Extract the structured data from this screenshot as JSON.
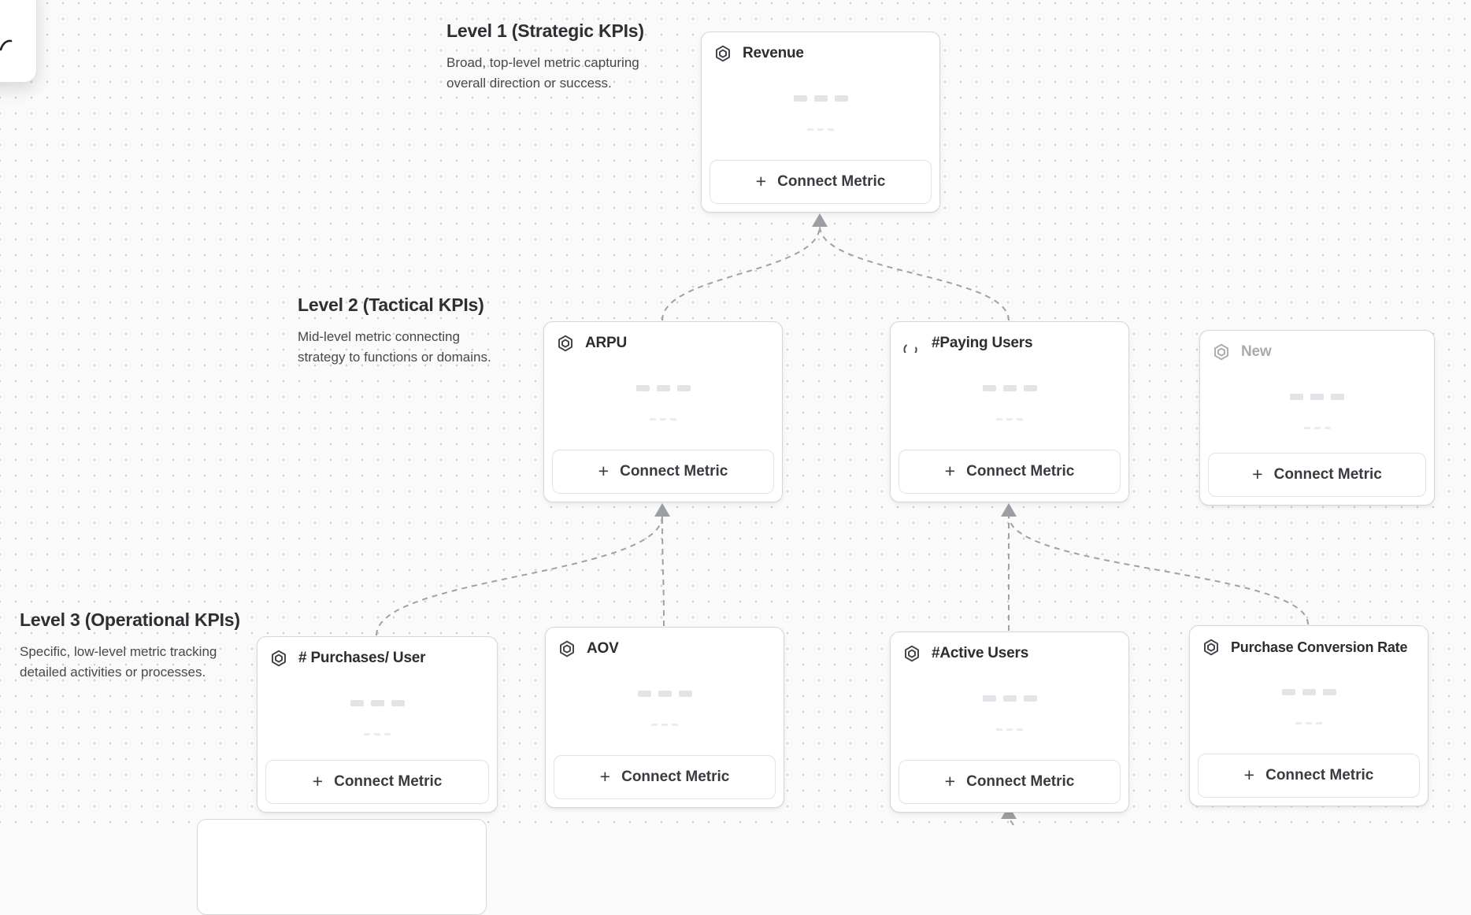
{
  "canvas": {
    "background": "#fafafa",
    "dot_color": "#cdced1"
  },
  "palette": {
    "card_border": "#d6d7da",
    "text_primary": "#2c2c31",
    "text_secondary": "#47474d",
    "muted_text": "#a7aaaf",
    "edge_color": "#9fa1a6",
    "skeleton_bar": "#e4e4e8"
  },
  "sections": {
    "level1": {
      "title": "Level 1 (Strategic KPIs)",
      "description": "Broad, top-level metric capturing\noverall direction or success."
    },
    "level2": {
      "title": "Level 2 (Tactical KPIs)",
      "description": "Mid-level metric connecting\nstrategy to functions or domains."
    },
    "level3": {
      "title": "Level 3 (Operational KPIs)",
      "description": "Specific, low-level metric tracking\ndetailed activities or processes."
    }
  },
  "ui": {
    "connect_metric_label": "Connect Metric",
    "plus_glyph": "+"
  },
  "cards": [
    {
      "id": "revenue",
      "title": "Revenue",
      "icon": "hexagon-icon",
      "level": 1,
      "state": "default"
    },
    {
      "id": "arpu",
      "title": "ARPU",
      "icon": "hexagon-icon",
      "level": 2,
      "state": "default"
    },
    {
      "id": "paying-users",
      "title": "#Paying Users",
      "icon": "spinner-icon",
      "level": 2,
      "state": "loading"
    },
    {
      "id": "new",
      "title": "New",
      "icon": "hexagon-icon",
      "level": 2,
      "state": "draft"
    },
    {
      "id": "purchases-per-user",
      "title": "# Purchases/ User",
      "icon": "hexagon-icon",
      "level": 3,
      "state": "default"
    },
    {
      "id": "aov",
      "title": "AOV",
      "icon": "hexagon-icon",
      "level": 3,
      "state": "default"
    },
    {
      "id": "active-users",
      "title": "#Active Users",
      "icon": "hexagon-icon",
      "level": 3,
      "state": "default"
    },
    {
      "id": "purchase-conversion-rate",
      "title": "Purchase Conversion Rate",
      "icon": "hexagon-icon",
      "level": 3,
      "state": "default"
    }
  ],
  "edges": [
    {
      "from": "arpu",
      "to": "revenue"
    },
    {
      "from": "paying-users",
      "to": "revenue"
    },
    {
      "from": "purchases-per-user",
      "to": "arpu"
    },
    {
      "from": "aov",
      "to": "arpu"
    },
    {
      "from": "active-users",
      "to": "paying-users"
    },
    {
      "from": "purchase-conversion-rate",
      "to": "paying-users"
    },
    {
      "from": "offscreen-below",
      "to": "active-users"
    }
  ]
}
